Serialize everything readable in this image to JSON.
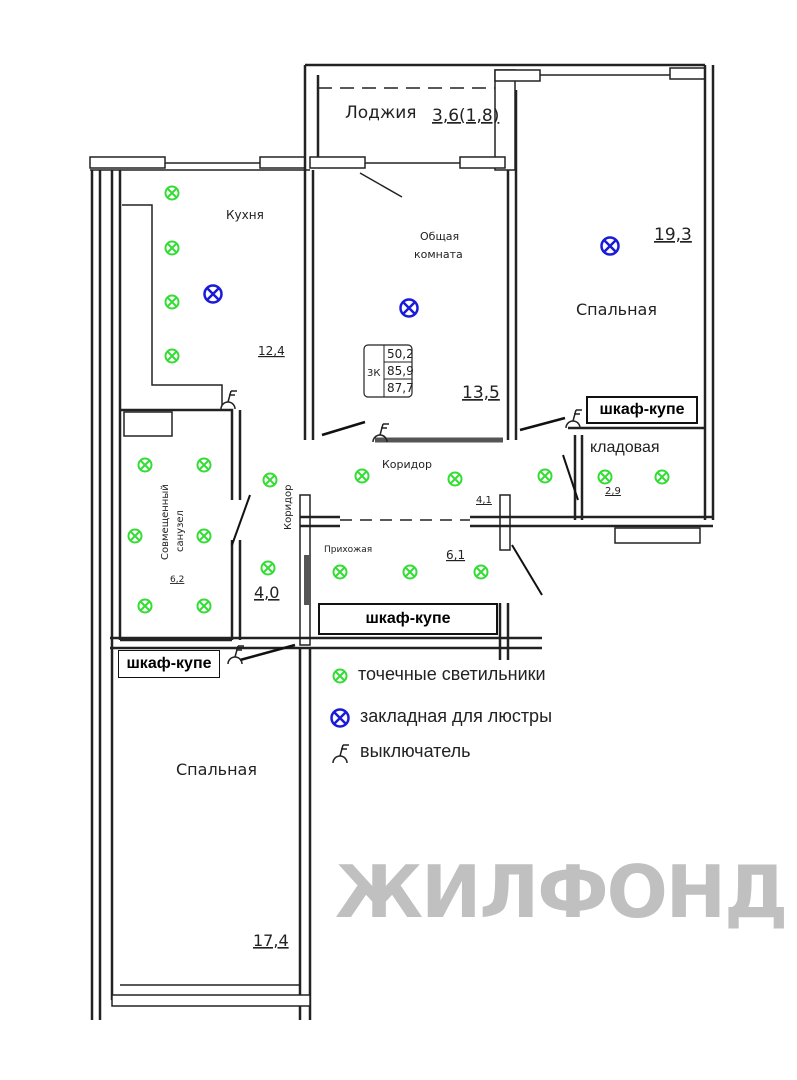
{
  "rooms": {
    "loggia": {
      "name": "Лоджия",
      "area": "3,6(1,8)"
    },
    "kitchen": {
      "name": "Кухня",
      "area": "12,4"
    },
    "living": {
      "name_line1": "Общая",
      "name_line2": "комната",
      "area": "13,5"
    },
    "bedroom_top": {
      "name": "Спальная",
      "area": "19,3"
    },
    "corridor": {
      "name": "Коридор",
      "area": "4,1"
    },
    "corridor_side": {
      "name": "Коридор",
      "area": "4,0"
    },
    "bathroom": {
      "name_line1": "Совмещенный",
      "name_line2": "санузел",
      "area": "6,2"
    },
    "storage": {
      "name": "кладовая",
      "area": "2,9"
    },
    "hall": {
      "name": "Прихожая",
      "area": "6,1"
    },
    "bedroom_bottom": {
      "name": "Спальная",
      "area": "17,4"
    }
  },
  "summary": {
    "type": "3К",
    "living_area": "50,2",
    "total_area": "85,9",
    "total_with_loggia": "87,7"
  },
  "wardrobes": {
    "right": "шкаф-купе",
    "center": "шкаф-купе",
    "left": "шкаф-купе"
  },
  "legend": {
    "spot": "точечные светильники",
    "chandelier": "закладная для люстры",
    "switch": "выключатель"
  },
  "watermark": "ЖИЛФОНД",
  "colors": {
    "spot": "#33dd33",
    "chandelier": "#1a1adb",
    "wall": "#222222"
  }
}
